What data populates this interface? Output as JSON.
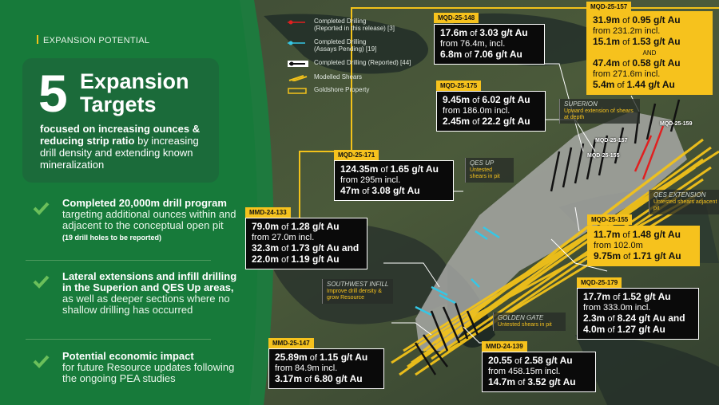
{
  "colors": {
    "panel_green": "#1b6b3a",
    "accent_yellow": "#f6c21d",
    "card_black": "#0a0a0a",
    "drill_red": "#e02020",
    "drill_cyan": "#35c7e6"
  },
  "eyebrow": "EXPANSION POTENTIAL",
  "hero": {
    "number": "5",
    "title_line1": "Expansion",
    "title_line2": "Targets",
    "sub_bold": "focused on increasing ounces & reducing strip ratio",
    "sub_rest": "by increasing drill density and extending known mineralization"
  },
  "bullets": [
    {
      "icon": "check-icon",
      "bold": "Completed 20,000m drill program",
      "rest": "targeting additional ounces within and adjacent to the conceptual open pit",
      "small": "(19 drill holes to be reported)"
    },
    {
      "icon": "check-icon",
      "bold": "Lateral extensions and infill drilling in the Superion and QES Up areas,",
      "rest": "as well as deeper sections where no shallow drilling has occurred",
      "small": ""
    },
    {
      "icon": "check-icon",
      "bold": "Potential economic impact",
      "rest": "for future Resource updates following the ongoing PEA studies",
      "small": ""
    }
  ],
  "legend": [
    {
      "icon": "red-drill-icon",
      "line1": "Completed Drilling",
      "line2": "(Reported in this release) [3]"
    },
    {
      "icon": "cyan-drill-icon",
      "line1": "Completed Drilling",
      "line2": "(Assays Pending) [19]"
    },
    {
      "icon": "black-drill-icon",
      "line1": "Completed Drilling (Reported) [44]",
      "line2": ""
    },
    {
      "icon": "shear-icon",
      "line1": "Modelled Shears",
      "line2": ""
    },
    {
      "icon": "property-outline-icon",
      "line1": "Goldshore Property",
      "line2": ""
    }
  ],
  "cards": {
    "mqd148": {
      "tag": "MQD-25-148",
      "lines": [
        [
          "17.6m",
          " of ",
          "3.03 g/t Au"
        ],
        [
          "",
          "from 76.4m, incl.",
          ""
        ],
        [
          "6.8m",
          " of ",
          "7.06 g/t Au"
        ]
      ]
    },
    "mqd157": {
      "tag": "MQD-25-157",
      "lines": [
        [
          "31.9m",
          " of ",
          "0.95 g/t Au"
        ],
        [
          "",
          "from 231.2m incl.",
          ""
        ],
        [
          "15.1m",
          " of ",
          "1.53 g/t Au"
        ]
      ],
      "mid": "AND",
      "lines2": [
        [
          "47.4m",
          " of ",
          "0.58 g/t Au"
        ],
        [
          "",
          "from 271.6m incl.",
          ""
        ],
        [
          "5.4m",
          " of ",
          "1.44 g/t Au"
        ]
      ]
    },
    "mqd175": {
      "tag": "MQD-25-175",
      "lines": [
        [
          "9.45m",
          " of ",
          "6.02 g/t Au"
        ],
        [
          "",
          "from 186.0m incl.",
          ""
        ],
        [
          "2.45m",
          " of ",
          "22.2 g/t Au"
        ]
      ]
    },
    "mqd171": {
      "tag": "MQD-25-171",
      "lines": [
        [
          "124.35m",
          " of ",
          "1.65 g/t Au"
        ],
        [
          "",
          "from 295m incl.",
          ""
        ],
        [
          "47m",
          " of ",
          "3.08 g/t Au"
        ]
      ]
    },
    "mmd133": {
      "tag": "MMD-24-133",
      "lines": [
        [
          "79.0m",
          " of ",
          "1.28 g/t Au"
        ],
        [
          "",
          "from 27.0m incl.",
          ""
        ],
        [
          "32.3m",
          " of ",
          "1.73 g/t Au and"
        ],
        [
          "22.0m",
          " of ",
          "1.19 g/t Au"
        ]
      ]
    },
    "mqd155": {
      "tag": "MQD-25-155",
      "lines": [
        [
          "11.7m",
          " of ",
          "1.48 g/t Au"
        ],
        [
          "",
          "from 102.0m",
          ""
        ],
        [
          "9.75m",
          " of ",
          "1.71 g/t Au"
        ]
      ]
    },
    "mqd179": {
      "tag": "MQD-25-179",
      "lines": [
        [
          "17.7m",
          " of ",
          "1.52 g/t Au"
        ],
        [
          "",
          "from 333.0m incl.",
          ""
        ],
        [
          "2.3m",
          " of ",
          "8.24 g/t Au and"
        ],
        [
          "4.0m",
          " of ",
          "1.27 g/t Au"
        ]
      ]
    },
    "mmd147": {
      "tag": "MMD-25-147",
      "lines": [
        [
          "25.89m",
          " of ",
          "1.15 g/t Au"
        ],
        [
          "",
          "from 84.9m incl.",
          ""
        ],
        [
          "3.17m",
          " of ",
          "6.80 g/t Au"
        ]
      ]
    },
    "mmd139": {
      "tag": "MMD-24-139",
      "lines": [
        [
          "20.55",
          " of ",
          "2.58 g/t Au"
        ],
        [
          "",
          "from 458.15m incl.",
          ""
        ],
        [
          "14.7m",
          " of ",
          "3.52 g/t Au"
        ]
      ]
    }
  },
  "notes": {
    "superion": {
      "title": "SUPERION",
      "body": "Upward extension of shears at depth"
    },
    "qesup": {
      "title": "QES UP",
      "body": "Untested shears in pit"
    },
    "qesext": {
      "title": "QES EXTENSION",
      "body": "Untested shears adjacent pit"
    },
    "southwest": {
      "title": "SOUTHWEST INFILL",
      "body": "Improve drill density & grow Resource"
    },
    "goldengate": {
      "title": "GOLDEN GATE",
      "body": "Untested shears in pit"
    }
  },
  "hole_labels": {
    "h159": "MQD-25-159",
    "h157": "MQD-25-157",
    "h155": "MQD-25-155"
  }
}
